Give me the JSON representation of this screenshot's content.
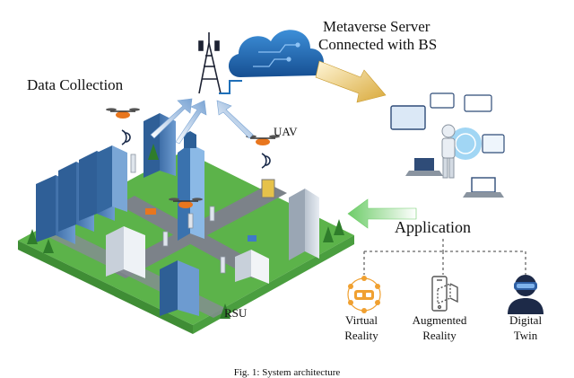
{
  "labels": {
    "data_collection": "Data Collection",
    "uav": "UAV",
    "rsu": "RSU",
    "server_line1": "Metaverse Server",
    "server_line2": "Connected with BS",
    "application": "Application"
  },
  "applications": [
    {
      "line1": "Virtual",
      "line2": "Reality",
      "icon": "vr-network-icon"
    },
    {
      "line1": "Augmented",
      "line2": "Reality",
      "icon": "ar-phone-icon"
    },
    {
      "line1": "Digital",
      "line2": "Twin",
      "icon": "headset-person-icon"
    }
  ],
  "caption": "Fig. 1: System architecture",
  "colors": {
    "cloud": "#1f6fb8",
    "arrow_gold": "#e0b84a",
    "arrow_green": "#7fd37a",
    "arrow_blue": "#8fb3d9",
    "grass": "#5cb34a",
    "road": "#7c8289",
    "drone": "#e8761e",
    "icon_orange": "#f0a030",
    "icon_navy": "#1d2a48"
  }
}
